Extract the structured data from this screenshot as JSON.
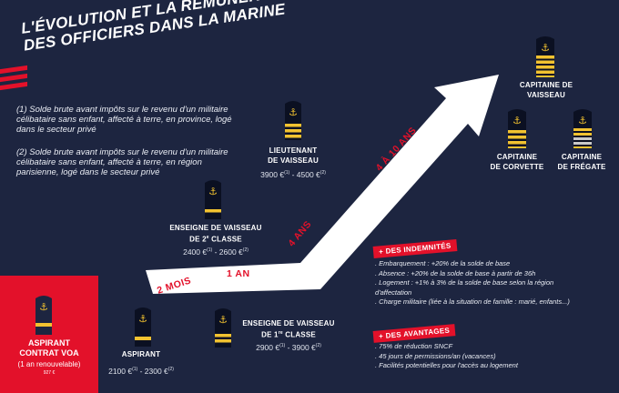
{
  "title": {
    "line1": "L'ÉVOLUTION ET LA RÉMUNÉRATION",
    "line2": "DES OFFICIERS DANS LA MARINE"
  },
  "notes": {
    "note1": "(1) Solde brute avant impôts sur le revenu d'un militaire célibataire sans enfant, affecté à terre, en province, logé dans le secteur privé",
    "note2": "(2) Solde brute avant impôts sur le revenu d'un militaire célibataire sans enfant, affecté à terre, en région parisienne, logé dans le secteur privé"
  },
  "ranks": {
    "aspirant_voa": {
      "line1": "ASPIRANT",
      "line2": "CONTRAT VOA",
      "sub": "(1 an renouvelable)",
      "salary": "927 €"
    },
    "aspirant": {
      "name": "ASPIRANT",
      "s1": "2100 €",
      "m1": "(1)",
      "sep": " - ",
      "s2": "2300 €",
      "m2": "(2)"
    },
    "ev1": {
      "line1": "ENSEIGNE DE VAISSEAU",
      "line2a": "DE 1",
      "ord": "re",
      "line2b": " CLASSE",
      "s1": "2900 €",
      "m1": "(1)",
      "sep": " - ",
      "s2": "3900 €",
      "m2": "(2)"
    },
    "ev2": {
      "line1": "ENSEIGNE DE VAISSEAU",
      "line2a": "DE 2",
      "ord": "e",
      "line2b": " CLASSE",
      "s1": "2400 €",
      "m1": "(1)",
      "sep": " - ",
      "s2": "2600 €",
      "m2": "(2)"
    },
    "lieutenant": {
      "line1": "LIEUTENANT",
      "line2": "DE VAISSEAU",
      "s1": "3900 €",
      "m1": "(1)",
      "sep": " - ",
      "s2": "4500 €",
      "m2": "(2)"
    },
    "corvette": {
      "line1": "CAPITAINE",
      "line2": "DE CORVETTE"
    },
    "fregate": {
      "line1": "CAPITAINE",
      "line2": "DE FRÉGATE"
    },
    "vaisseau": {
      "line1": "CAPITAINE DE",
      "line2": "VAISSEAU"
    }
  },
  "arrow_labels": {
    "mois": "2 MOIS",
    "an": "1 AN",
    "ans4": "4 ANS",
    "ans410": "4 À 10 ANS"
  },
  "indemnites": {
    "title": "+ DES INDEMNITÉS",
    "items": [
      ". Embarquement : +20% de la solde de base",
      ". Absence : +20% de la solde de base à partir de 36h",
      ". Logement : +1% à 3% de la solde de base selon la région",
      "d'affectation",
      ". Charge militaire (liée à la situation de famille : marié, enfants...)"
    ]
  },
  "avantages": {
    "title": "+ DES AVANTAGES",
    "items": [
      ". 75% de réduction SNCF",
      ". 45 jours de permissions/an (vacances)",
      ". Facilités potentielles pour l'accès au logement"
    ]
  },
  "colors": {
    "background": "#1d2540",
    "accent": "#e3112a",
    "gold": "#f2c230",
    "silver": "#c9c9c9"
  }
}
